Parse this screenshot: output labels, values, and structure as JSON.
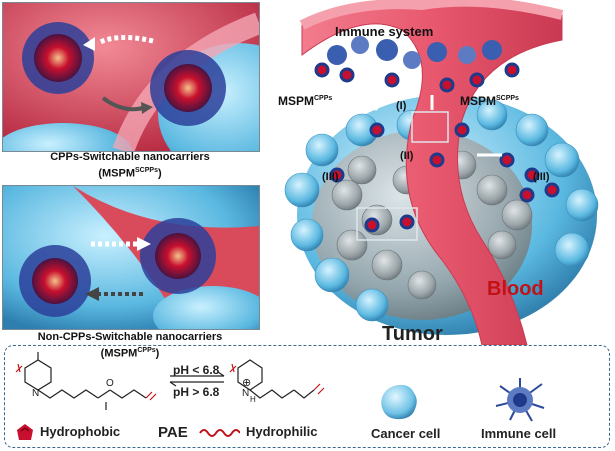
{
  "labels": {
    "immune_system": "Immune system",
    "mspm_cpps_top": "MSPM",
    "mspm_cpps_top_sup": "CPPs",
    "mspm_scpps_top": "MSPM",
    "mspm_scpps_top_sup": "SCPPs",
    "step_i": "(I)",
    "step_ii": "(II)",
    "step_iii_left": "(III)",
    "step_iii_right": "(III)",
    "blood": "Blood",
    "tumor": "Tumor"
  },
  "panels": {
    "top_caption_line1": "CPPs-Switchable nanocarriers",
    "top_caption_line2": "(MSPM",
    "top_caption_sup": "SCPPs",
    "top_caption_close": ")",
    "bottom_caption_line1": "Non-CPPs-Switchable nanocarriers",
    "bottom_caption_line2": "(MSPM",
    "bottom_caption_sup": "CPPs",
    "bottom_caption_close": ")"
  },
  "legend": {
    "ph_low": "pH < 6.8",
    "ph_high": "pH > 6.8",
    "hydrophobic": "Hydrophobic",
    "pae": "PAE",
    "hydrophilic": "Hydrophilic",
    "cancer_cell": "Cancer cell",
    "immune_cell": "Immune cell",
    "charge": "⊕"
  },
  "colors": {
    "vessel": "#e8586e",
    "tumor_gray": "#9aa4a8",
    "tumor_blue": "#6fc2e6",
    "micelle_core": "#c8102e",
    "shell_blue": "#1f3a8a",
    "legend_border": "#3c6a8e"
  }
}
